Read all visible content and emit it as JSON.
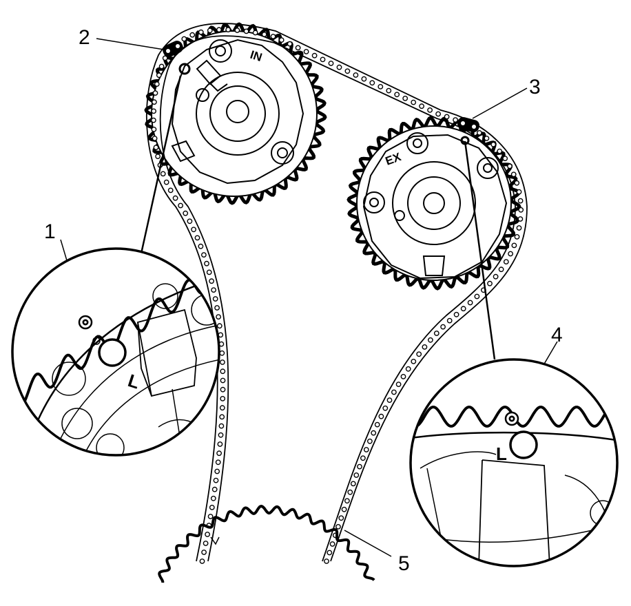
{
  "diagram": {
    "callouts": [
      "1",
      "2",
      "3",
      "4",
      "5"
    ],
    "gear_labels": {
      "intake": "IN",
      "exhaust": "EX"
    },
    "detail_labels": {
      "left": "L",
      "right": "L"
    },
    "colors": {
      "line": "#000000",
      "background": "#ffffff"
    }
  }
}
